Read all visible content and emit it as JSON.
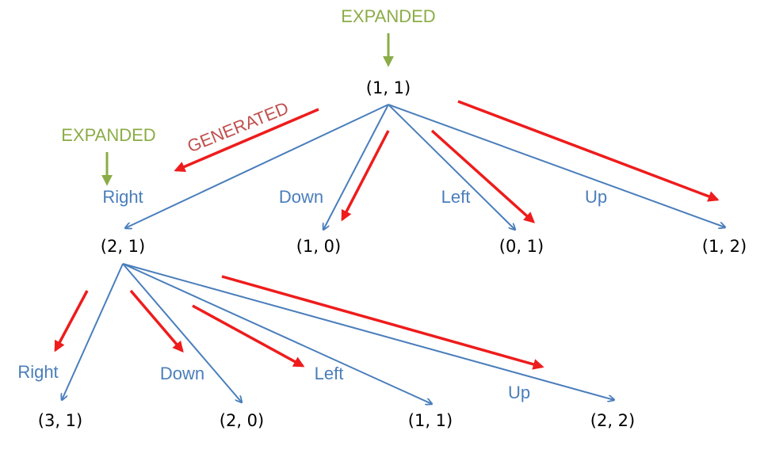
{
  "colors": {
    "edge": "#4a7ebb",
    "generated_arrow": "#ee1c1c",
    "expanded": "#8bac46",
    "generated_text": "#c0504d",
    "node_text": "#000000"
  },
  "status": {
    "expanded_root": "EXPANDED",
    "expanded_child": "EXPANDED",
    "generated": "GENERATED"
  },
  "nodes": {
    "root": "(1, 1)",
    "l1_right": "(2, 1)",
    "l1_down": "(1, 0)",
    "l1_left": "(0, 1)",
    "l1_up": "(1, 2)",
    "l2_right": "(3, 1)",
    "l2_down": "(2, 0)",
    "l2_left": "(1, 1)",
    "l2_up": "(2, 2)"
  },
  "actions": {
    "l1_right": "Right",
    "l1_down": "Down",
    "l1_left": "Left",
    "l1_up": "Up",
    "l2_right": "Right",
    "l2_down": "Down",
    "l2_left": "Left",
    "l2_up": "Up"
  }
}
